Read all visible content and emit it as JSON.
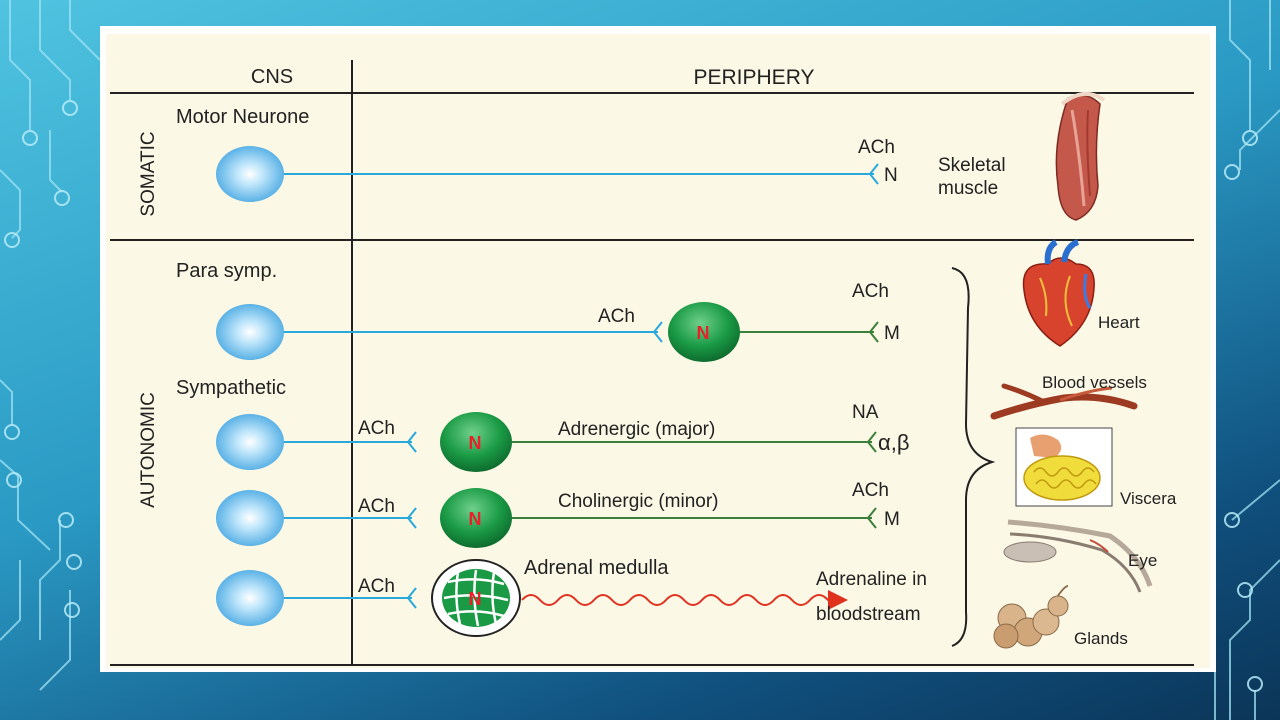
{
  "header": {
    "cns": "CNS",
    "periphery": "PERIPHERY"
  },
  "sections": {
    "somatic": "SOMATIC",
    "autonomic": "AUTONOMIC"
  },
  "rows": {
    "motor": {
      "title": "Motor Neurone",
      "transmitter": "ACh",
      "receptor": "N",
      "target": "Skeletal muscle",
      "target_line1": "Skeletal",
      "target_line2": "muscle"
    },
    "parasymp": {
      "title": "Para symp.",
      "pre_transmitter": "ACh",
      "ganglion": "N",
      "post_transmitter": "ACh",
      "receptor": "M"
    },
    "symp_adrenergic": {
      "title": "Sympathetic",
      "pre_transmitter": "ACh",
      "ganglion": "N",
      "label": "Adrenergic (major)",
      "post_transmitter": "NA",
      "receptor": "α,β"
    },
    "symp_cholinergic": {
      "pre_transmitter": "ACh",
      "ganglion": "N",
      "label": "Cholinergic (minor)",
      "post_transmitter": "ACh",
      "receptor": "M"
    },
    "adrenal": {
      "pre_transmitter": "ACh",
      "ganglion": "N",
      "label": "Adrenal medulla",
      "output_line1": "Adrenaline in",
      "output_line2": "bloodstream"
    }
  },
  "organs": [
    "Heart",
    "Blood vessels",
    "Viscera",
    "Eye",
    "Glands"
  ],
  "colors": {
    "cns_neuron": "#5bb8ec",
    "pre_fiber": "#29a8dc",
    "post_fiber": "#3a7f3a",
    "ganglion": "#1a9a45",
    "ganglion_label": "#e8202a",
    "adrenaline_wave": "#e0301e"
  }
}
